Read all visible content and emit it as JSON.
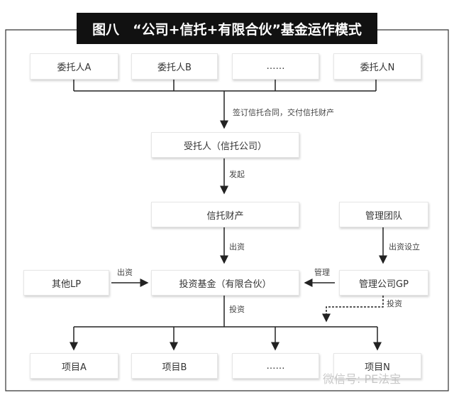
{
  "title": "图八　“公司+信托+有限合伙”基金运作模式",
  "trustors": [
    "委托人A",
    "委托人B",
    "……",
    "委托人N"
  ],
  "trustee": "受托人（信托公司）",
  "trust_property": "信托财产",
  "management_team": "管理团队",
  "other_lp": "其他LP",
  "fund": "投资基金（有限合伙）",
  "gp": "管理公司GP",
  "projects": [
    "项目A",
    "项目B",
    "……",
    "项目N"
  ],
  "labels": {
    "sign_contract": "签订信托合同，交付信托财产",
    "initiate": "发起",
    "contribute_trust": "出资",
    "contribute_setup": "出资设立",
    "contribute_lp": "出资",
    "manage": "管理",
    "invest_fund": "投资",
    "invest_gp": "投资"
  },
  "watermark": "微信号: PE法宝"
}
